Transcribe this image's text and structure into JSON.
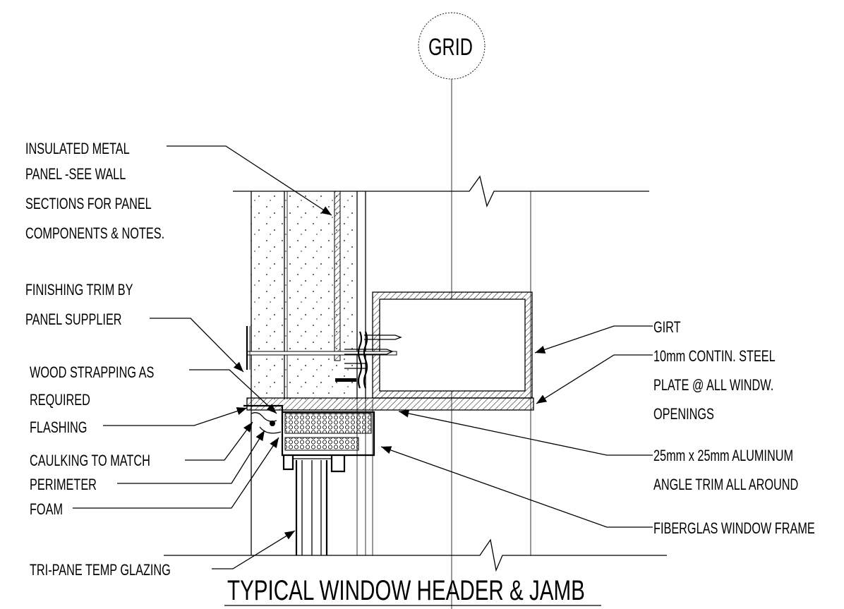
{
  "grid_bubble": "GRID",
  "title": "TYPICAL WINDOW HEADER & JAMB",
  "labels": {
    "insulated_panel": [
      "INSULATED METAL",
      "PANEL -SEE WALL",
      "SECTIONS FOR PANEL",
      "COMPONENTS & NOTES."
    ],
    "finishing_trim": [
      "FINISHING TRIM BY",
      "PANEL SUPPLIER"
    ],
    "wood_strapping": [
      "WOOD STRAPPING AS",
      "REQUIRED"
    ],
    "flashing": "FLASHING",
    "caulking": "CAULKING TO MATCH",
    "perimeter": "PERIMETER",
    "foam": "FOAM",
    "glazing": "TRI-PANE TEMP GLAZING",
    "girt": "GIRT",
    "steel_plate": [
      "10mm CONTIN. STEEL",
      "PLATE @ ALL WINDW.",
      "OPENINGS"
    ],
    "angle_trim": [
      "25mm x 25mm ALUMINUM",
      "ANGLE TRIM ALL AROUND"
    ],
    "window_frame": "FIBERGLAS WINDOW FRAME"
  }
}
